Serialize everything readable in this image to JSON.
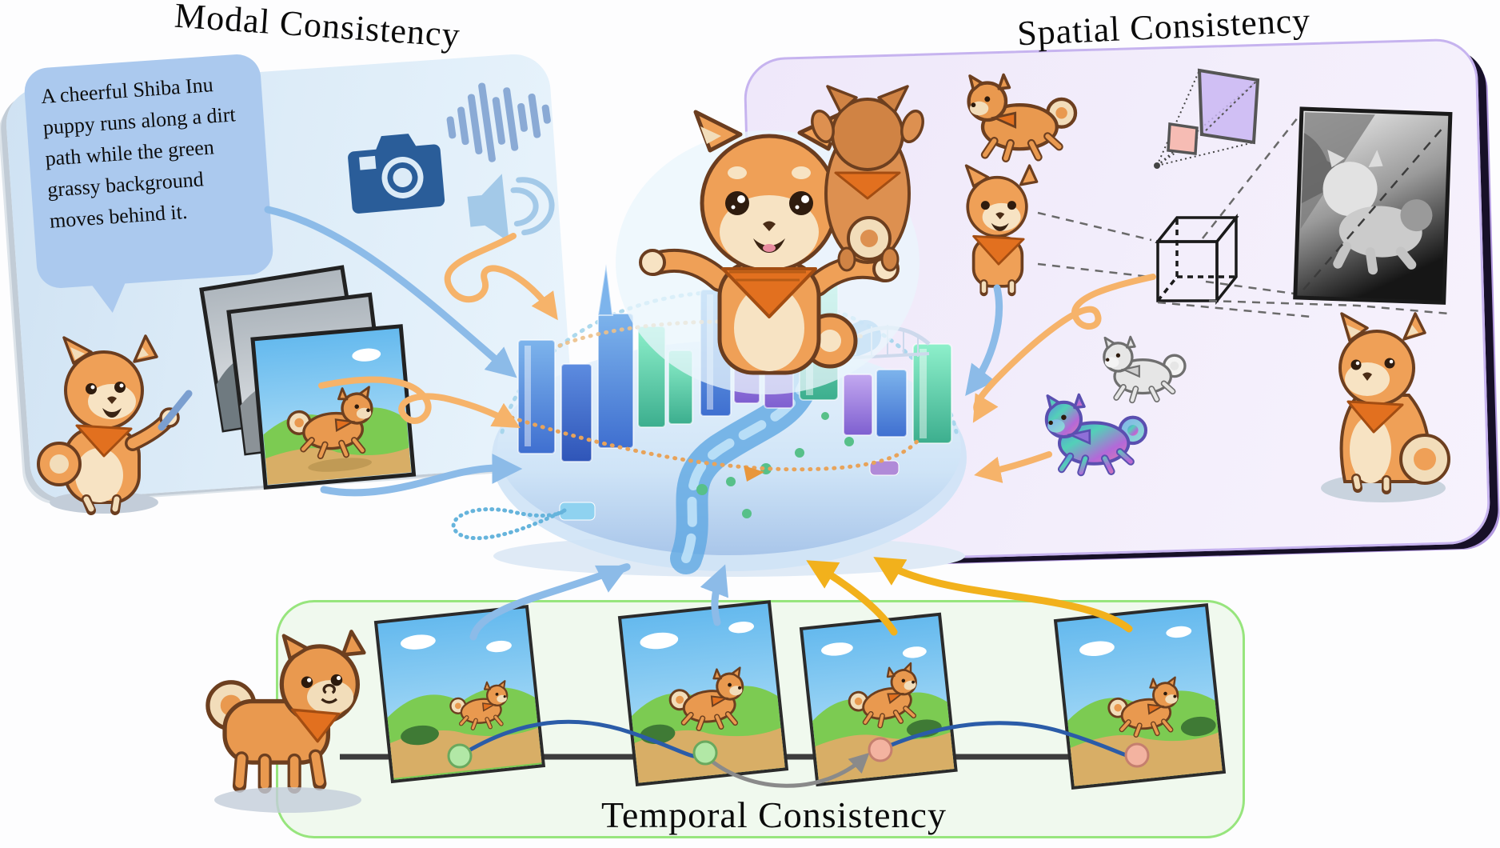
{
  "titles": {
    "modal": "Modal Consistency",
    "spatial": "Spatial Consistency",
    "temporal": "Temporal Consistency"
  },
  "modal_panel": {
    "prompt_text": "A cheerful Shiba Inu puppy runs along a dirt path while the green grassy background moves behind it.",
    "icons": [
      "camera-icon",
      "audio-waveform-icon",
      "speaker-icon"
    ],
    "photo_stack_count": 3,
    "mascot": "shiba-writing-with-stylus"
  },
  "spatial_panel": {
    "elements": [
      "top-view-shiba",
      "running-shiba",
      "front-view-shiba",
      "camera-frustum-diagram",
      "cube-wireframe",
      "depth-map-frame",
      "sketch-shiba",
      "normal-map-shiba",
      "sitting-reference-shiba"
    ]
  },
  "temporal_panel": {
    "frame_count": 4,
    "keyframe_dot_colors": [
      "green",
      "green",
      "salmon",
      "salmon"
    ],
    "mascot": "standing-shiba"
  },
  "center": {
    "elements": [
      "holographic-city",
      "cheering-shiba-mascot"
    ]
  },
  "colors": {
    "modal_bg": "#ddecf8",
    "speech_bubble": "#abc9ee",
    "spatial_bg": "#f2ecfb",
    "spatial_border": "#c6b3ef",
    "temporal_bg": "#f0f9ee",
    "temporal_border": "#97e57d",
    "blue_arrow": "#8cbbe8",
    "orange_arrow": "#f6b36a",
    "gold_arrow": "#f2b11c",
    "navy_curve": "#2b5ca8",
    "gray_arrow": "#8a8a8a",
    "camera_icon": "#2a5d99",
    "waveform_icon": "#8aaad5",
    "speaker_icon": "#a3c9e8",
    "dot_green": "#b2e8a6",
    "dot_salmon": "#f3b3a0"
  }
}
